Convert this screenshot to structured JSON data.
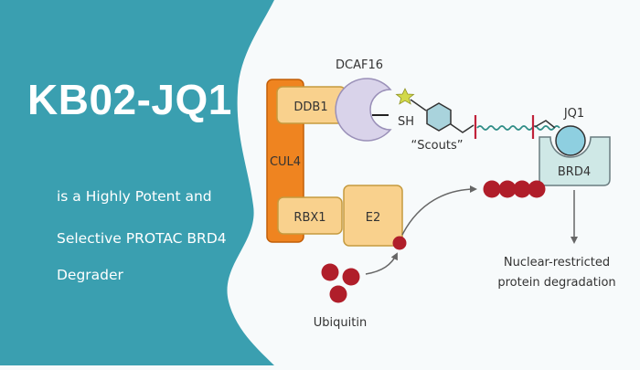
{
  "headline": {
    "title": "KB02-JQ1",
    "lines": [
      "is a Highly Potent and",
      "Selective PROTAC BRD4",
      "Degrader"
    ]
  },
  "diagram": {
    "labels": {
      "dcaf16": "DCAF16",
      "ddb1": "DDB1",
      "cul4": "CUL4",
      "rbx1": "RBX1",
      "e2": "E2",
      "sh": "SH",
      "scouts": "“Scouts”",
      "jq1": "JQ1",
      "brd4": "BRD4",
      "ubiquitin": "Ubiquitin",
      "outcome_line1": "Nuclear-restricted",
      "outcome_line2": "protein degradation"
    },
    "colors": {
      "teal_panel": "#3a9fb0",
      "cul4": "#ef8420",
      "subunit": "#f9d18d",
      "dcaf16": "#d9d3ea",
      "linker": "#2e8c86",
      "cut_mark": "#c0223a",
      "brd4_box": "#cfe8e6",
      "jq1": "#8ecfe0",
      "scout_ring": "#a9d3dc",
      "ubiquitin": "#b01e2a",
      "star": "#d2d94a"
    }
  }
}
